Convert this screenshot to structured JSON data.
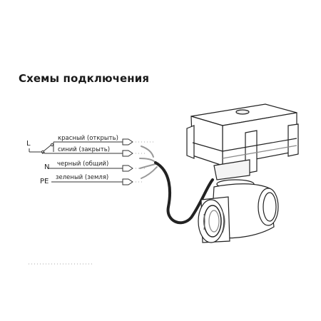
{
  "title": "Схемы подключения",
  "terminals": {
    "L": "L",
    "N": "N",
    "PE": "PE"
  },
  "wires": [
    {
      "label": "красный (открыть)"
    },
    {
      "label": "синий (закрыть)"
    },
    {
      "label": "черный (общий)"
    },
    {
      "label": "зеленый (земля)"
    }
  ]
}
